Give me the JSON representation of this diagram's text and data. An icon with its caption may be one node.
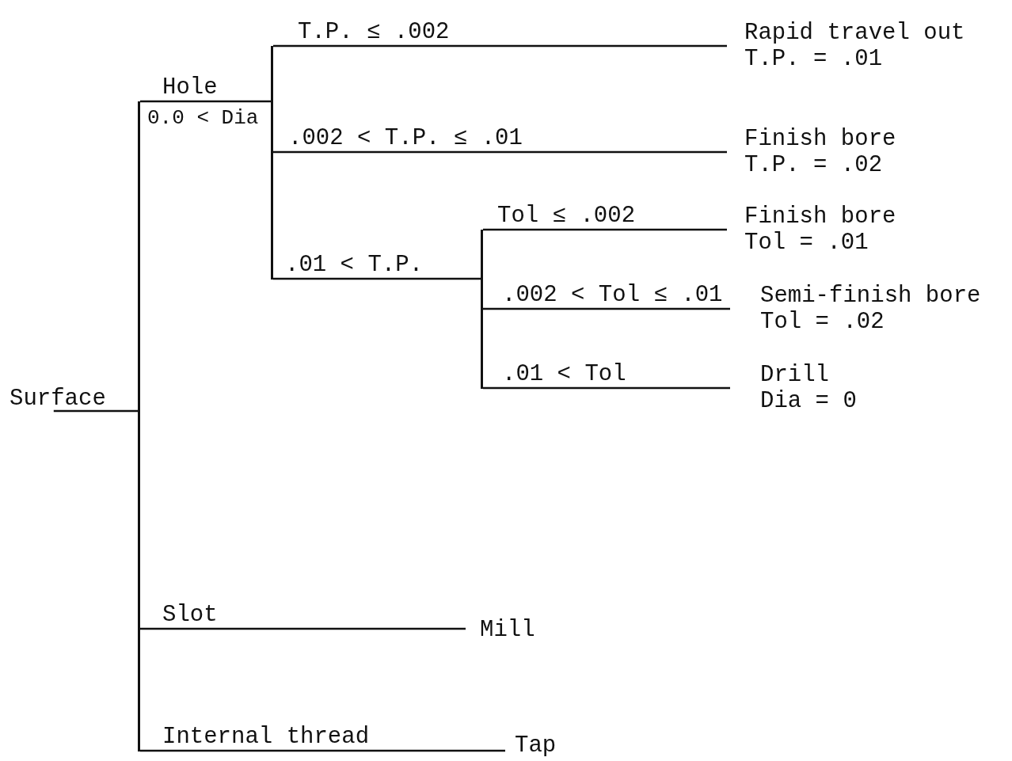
{
  "diagram": {
    "nodes": [
      {
        "text": [
          "Surface"
        ]
      },
      {
        "text": [],
        "shape": "bar"
      },
      {
        "text": [],
        "shape": "bar"
      },
      {
        "text": [],
        "shape": "bar"
      },
      {
        "text": [
          "Rapid travel out",
          "T.P. = .01"
        ]
      },
      {
        "text": [
          "Finish bore",
          "T.P. = .02"
        ]
      },
      {
        "text": [
          "Finish bore",
          "Tol = .01"
        ]
      },
      {
        "text": [
          "Semi-finish bore",
          "Tol = .02"
        ]
      },
      {
        "text": [
          "Drill",
          "Dia = 0"
        ]
      },
      {
        "text": [
          "Mill"
        ]
      },
      {
        "text": [
          "Tap"
        ]
      }
    ],
    "edges": [
      {
        "from": 0,
        "to": 1,
        "arrow": "none"
      },
      {
        "from": 1,
        "to": 2,
        "arrow": "none",
        "label": "Hole"
      },
      {
        "from": 2,
        "to": 4,
        "arrow": "none",
        "label": "T.P. ≤ .002"
      },
      {
        "from": 2,
        "to": 5,
        "arrow": "none",
        "label": ".002 < T.P. ≤ .01"
      },
      {
        "from": 2,
        "to": 3,
        "arrow": "none",
        "label": ".01 < T.P."
      },
      {
        "from": 3,
        "to": 6,
        "arrow": "none",
        "label": "Tol ≤ .002"
      },
      {
        "from": 3,
        "to": 7,
        "arrow": "none",
        "label": ".002 < Tol ≤ .01"
      },
      {
        "from": 3,
        "to": 8,
        "arrow": "none",
        "label": ".01 < Tol"
      },
      {
        "from": 1,
        "to": 9,
        "arrow": "none",
        "label": "Slot"
      },
      {
        "from": 1,
        "to": 10,
        "arrow": "none",
        "label": "Internal thread"
      }
    ],
    "labels": [
      "0.0 < Dia"
    ]
  }
}
